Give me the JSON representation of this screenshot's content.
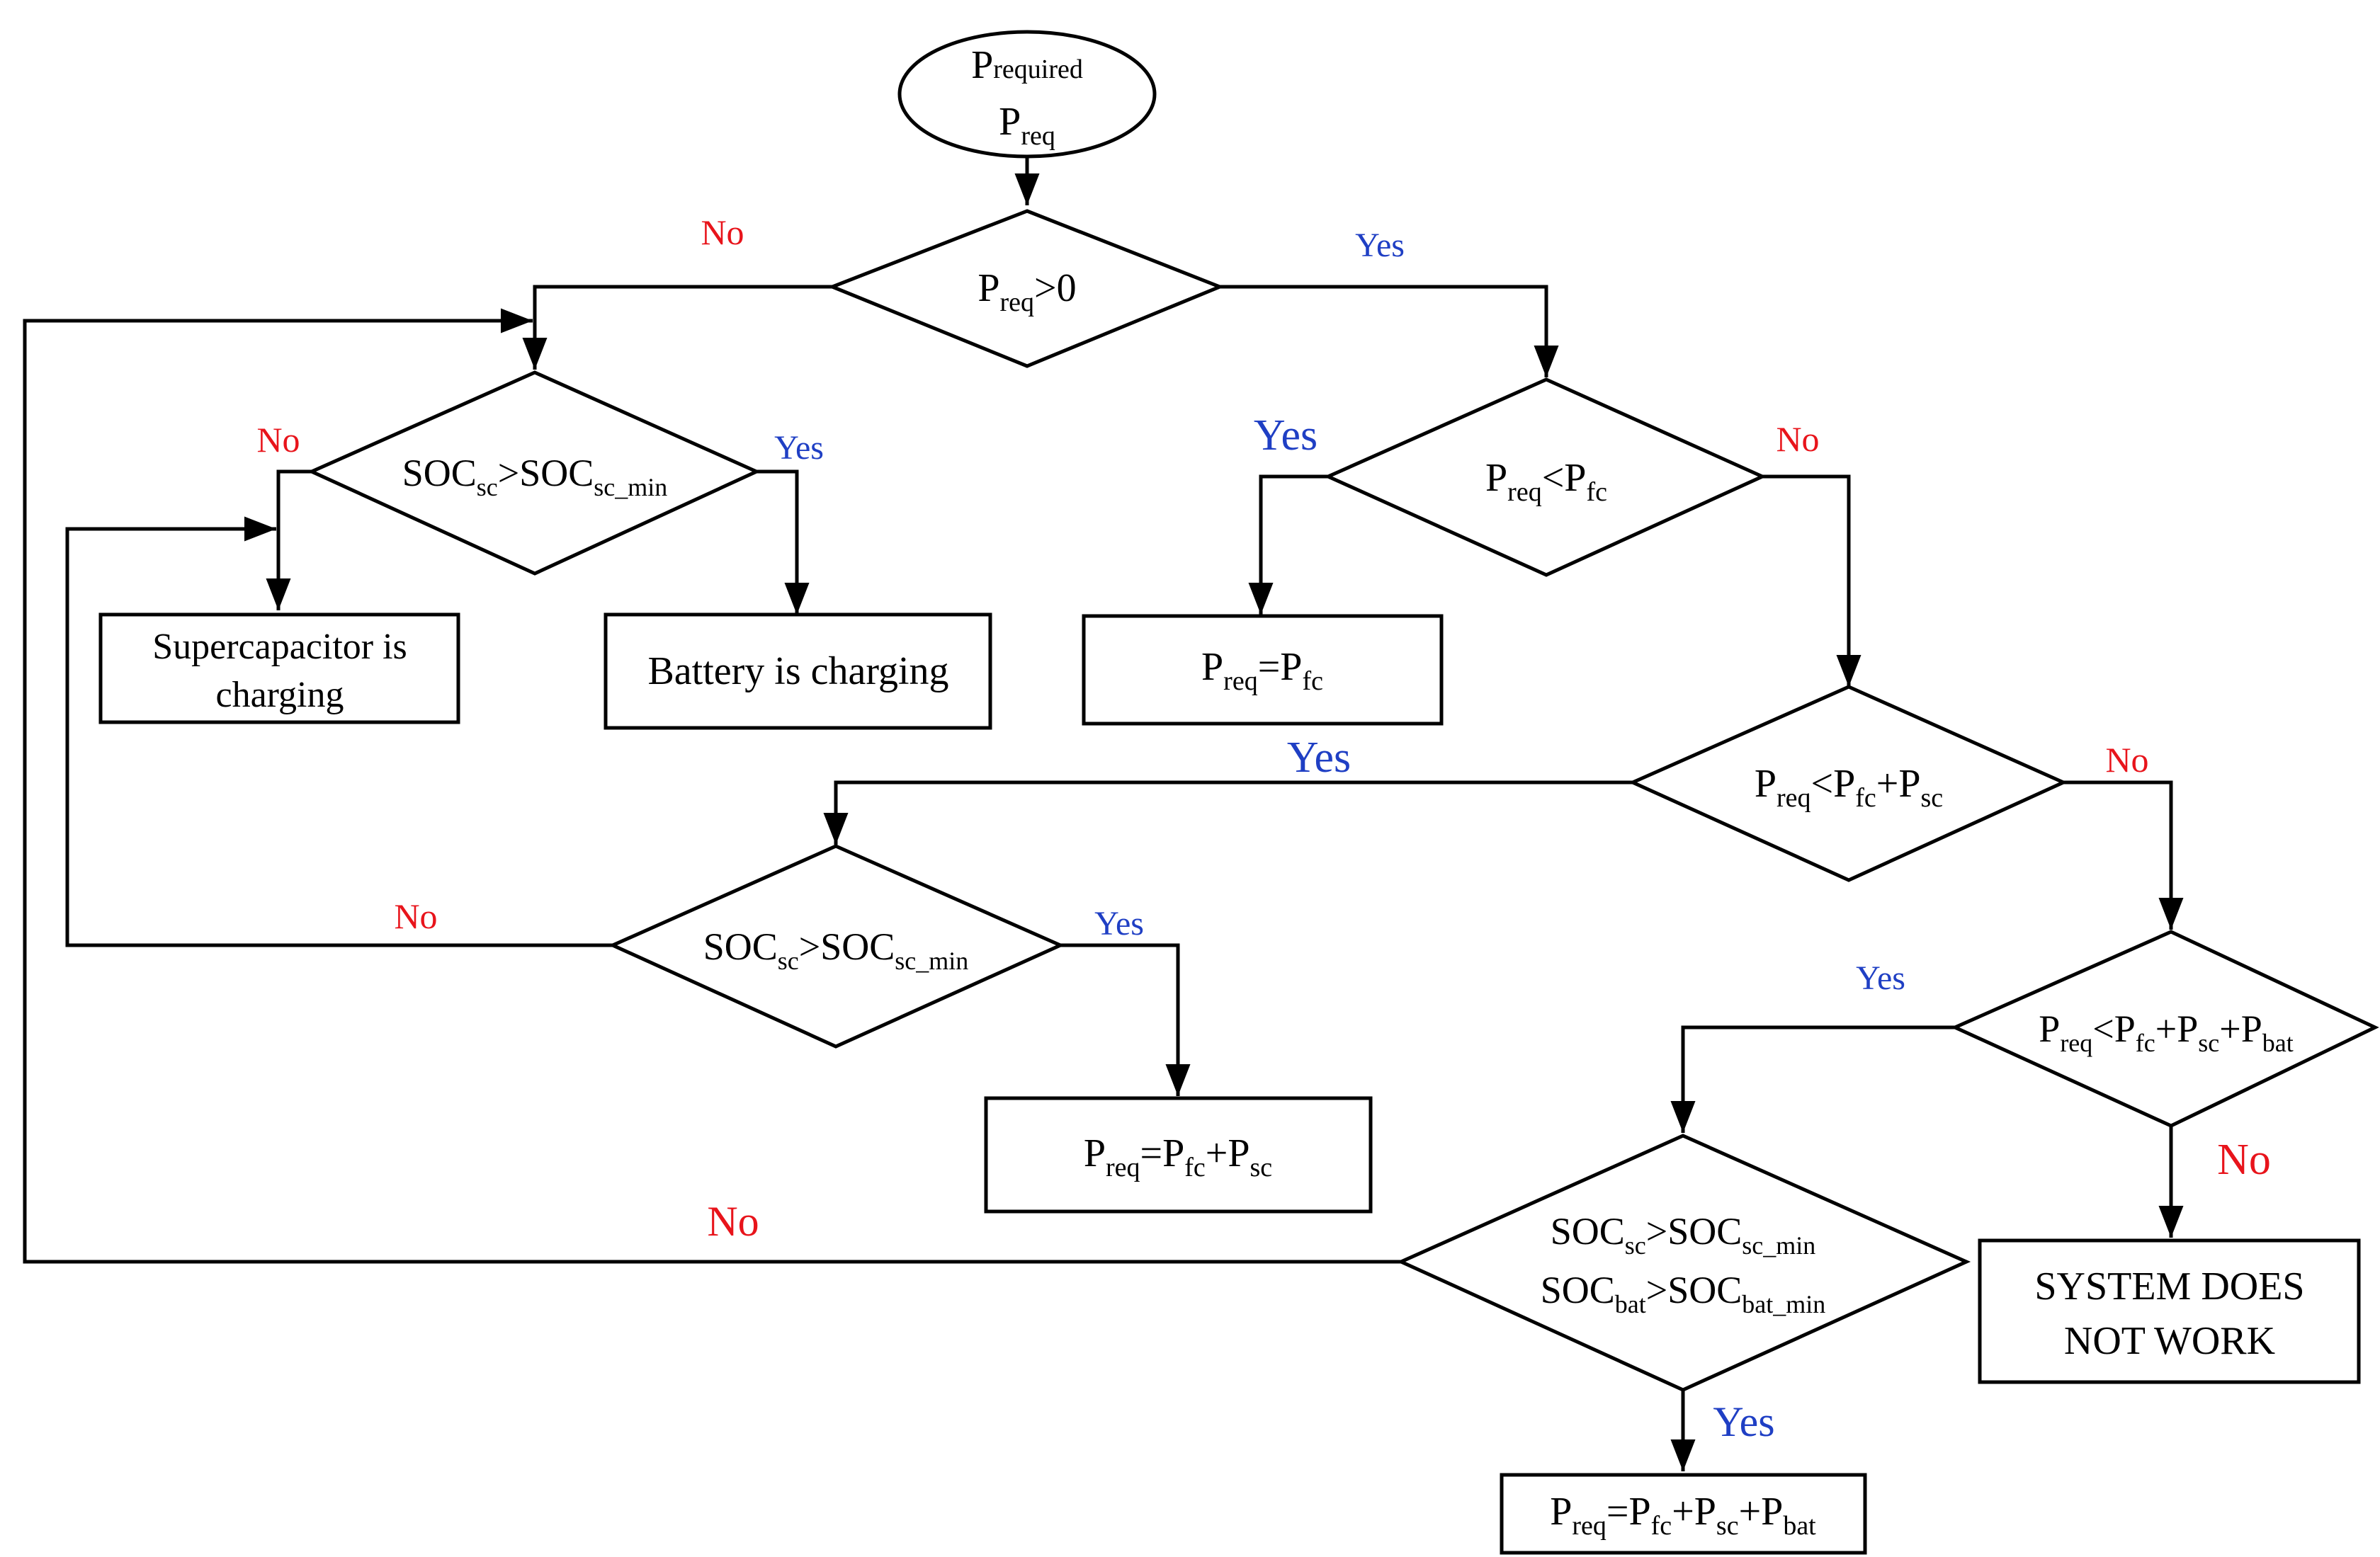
{
  "colors": {
    "no": "#e8141b",
    "yes": "#1f3fc4",
    "line": "#000000"
  },
  "nodes": {
    "start": {
      "main": "P",
      "sub1": "required",
      "main2": "P",
      "sub2": "req"
    },
    "d1": {
      "p1": "P",
      "s1": "req",
      "p2": ">0"
    },
    "d2": {
      "p1": "SOC",
      "s1": "sc",
      "p2": ">SOC",
      "s2": "sc_min"
    },
    "d3": {
      "p1": "P",
      "s1": "req",
      "p2": "<P",
      "s2": "fc"
    },
    "d4": {
      "p1": "P",
      "s1": "req",
      "p2": "<P",
      "s2": "fc",
      "p3": "+P",
      "s3": "sc"
    },
    "d5": {
      "p1": "SOC",
      "s1": "sc",
      "p2": ">SOC",
      "s2": "sc_min"
    },
    "d6": {
      "p1": "P",
      "s1": "req",
      "p2": "<P",
      "s2": "fc",
      "p3": "+P",
      "s3": "sc",
      "p4": "+P",
      "s4": "bat"
    },
    "d7": {
      "l1": {
        "p1": "SOC",
        "s1": "sc",
        "p2": ">SOC",
        "s2": "sc_min"
      },
      "l2": {
        "p1": "SOC",
        "s1": "bat",
        "p2": ">SOC",
        "s2": "bat_min"
      }
    },
    "b1": {
      "line1": "Supercapacitor  is",
      "line2": "charging"
    },
    "b2": {
      "text": "Battery is charging"
    },
    "b3": {
      "p1": "P",
      "s1": "req",
      "p2": "=P",
      "s2": "fc"
    },
    "b4": {
      "p1": "P",
      "s1": "req",
      "p2": "=P",
      "s2": "fc",
      "p3": "+P",
      "s3": "sc"
    },
    "b5": {
      "line1": "SYSTEM DOES",
      "line2": "NOT WORK"
    },
    "b6": {
      "p1": "P",
      "s1": "req",
      "p2": "=P",
      "s2": "fc",
      "p3": "+P",
      "s3": "sc",
      "p4": "+P",
      "s4": "bat"
    }
  },
  "edge_labels": {
    "d1_no": "No",
    "d1_yes": "Yes",
    "d2_no": "No",
    "d2_yes": "Yes",
    "d3_yes": "Yes",
    "d3_no": "No",
    "d4_yes": "Yes",
    "d4_no": "No",
    "d5_no": "No",
    "d5_yes": "Yes",
    "d6_yes": "Yes",
    "d6_no": "No",
    "d7_no": "No",
    "d7_yes": "Yes"
  }
}
